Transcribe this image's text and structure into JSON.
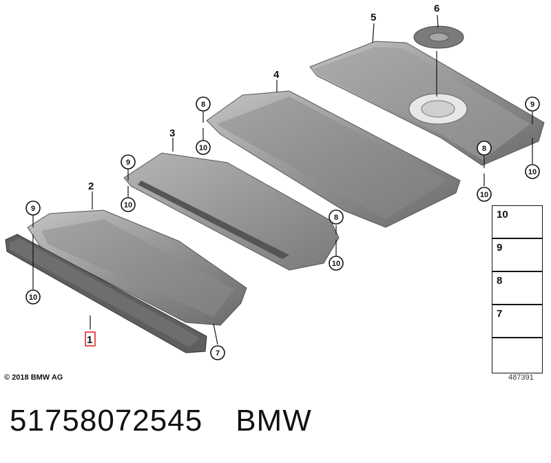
{
  "callouts": {
    "part1": "1",
    "part2": "2",
    "part3": "3",
    "part4": "4",
    "part5": "5",
    "part6": "6",
    "c7": "7",
    "c8": "8",
    "c9": "9",
    "c10": "10"
  },
  "legend": [
    {
      "number": "10"
    },
    {
      "number": "9"
    },
    {
      "number": "8"
    },
    {
      "number": "7"
    }
  ],
  "copyright": "© 2018 BMW AG",
  "diagram_id": "487391",
  "part_number": "51758072545",
  "brand": "BMW",
  "colors": {
    "panel": "#8e8e8e",
    "panel_light": "#b8b8b8",
    "panel_dark": "#5c5c5c",
    "highlight": "#e2262b"
  }
}
